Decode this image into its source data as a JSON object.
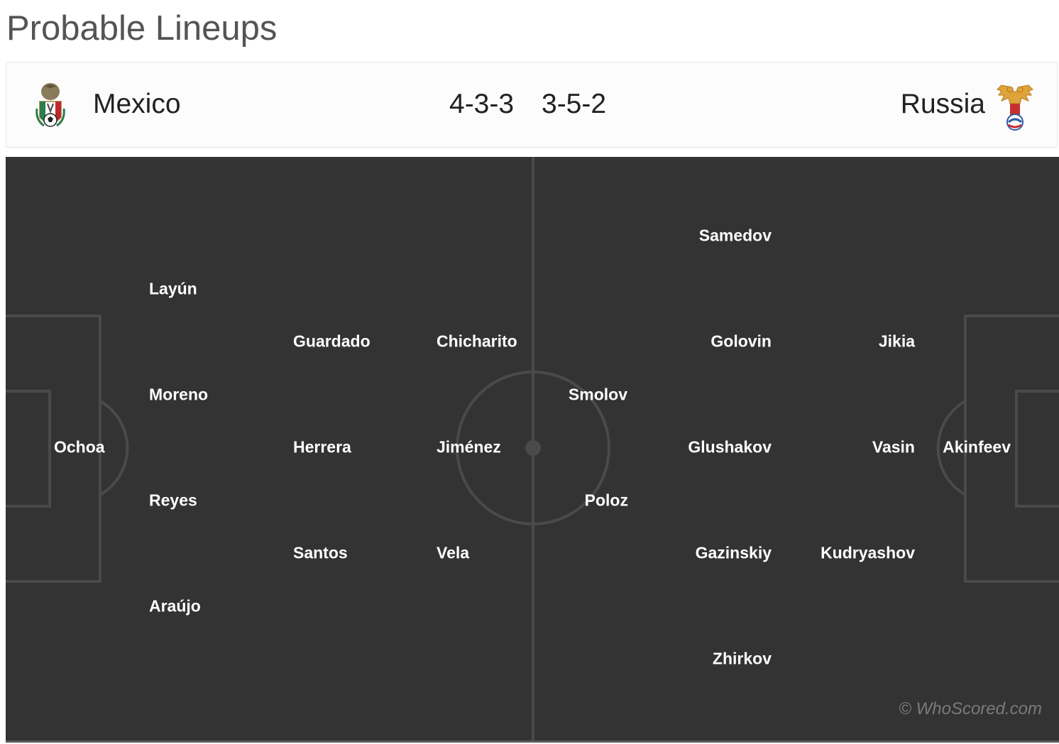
{
  "title": "Probable Lineups",
  "home": {
    "team": "Mexico",
    "formation": "4-3-3",
    "crest_icon": "mexico-crest-icon",
    "players": [
      {
        "name": "Ochoa",
        "pos": "GK"
      },
      {
        "name": "Layún",
        "pos": "DEF"
      },
      {
        "name": "Moreno",
        "pos": "DEF"
      },
      {
        "name": "Reyes",
        "pos": "DEF"
      },
      {
        "name": "Araújo",
        "pos": "DEF"
      },
      {
        "name": "Guardado",
        "pos": "MID"
      },
      {
        "name": "Herrera",
        "pos": "MID"
      },
      {
        "name": "Santos",
        "pos": "MID"
      },
      {
        "name": "Chicharito",
        "pos": "FWD"
      },
      {
        "name": "Jiménez",
        "pos": "FWD"
      },
      {
        "name": "Vela",
        "pos": "FWD"
      }
    ]
  },
  "away": {
    "team": "Russia",
    "formation": "3-5-2",
    "crest_icon": "russia-crest-icon",
    "players": [
      {
        "name": "Akinfeev",
        "pos": "GK"
      },
      {
        "name": "Jikia",
        "pos": "DEF"
      },
      {
        "name": "Vasin",
        "pos": "DEF"
      },
      {
        "name": "Kudryashov",
        "pos": "DEF"
      },
      {
        "name": "Samedov",
        "pos": "MID"
      },
      {
        "name": "Golovin",
        "pos": "MID"
      },
      {
        "name": "Glushakov",
        "pos": "MID"
      },
      {
        "name": "Gazinskiy",
        "pos": "MID"
      },
      {
        "name": "Zhirkov",
        "pos": "MID"
      },
      {
        "name": "Smolov",
        "pos": "FWD"
      },
      {
        "name": "Poloz",
        "pos": "FWD"
      }
    ]
  },
  "watermark": "© WhoScored.com",
  "colors": {
    "pitch": "#333333",
    "pitch_lines": "#4a4a4a",
    "player_text": "#ffffff",
    "title": "#545454",
    "watermark": "#7a7a7a"
  }
}
